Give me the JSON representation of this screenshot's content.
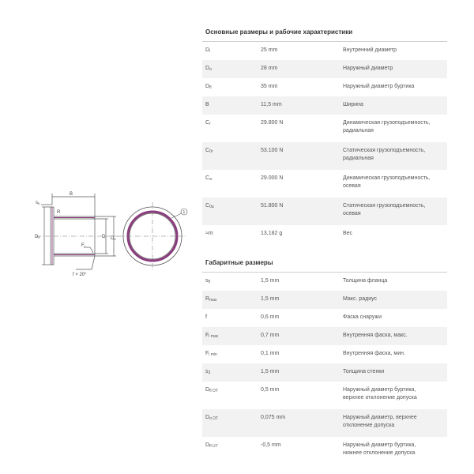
{
  "drawing": {
    "labels": {
      "b": "B",
      "s": "s",
      "s_sub": "fl",
      "r": "R",
      "dfl": "D",
      "dfl_sub": "fl",
      "di": "D",
      "di_sub": "i",
      "do": "D",
      "do_sub": "o",
      "fi": "F",
      "fi_sub": "i",
      "f": "f × 20°",
      "callout": "1"
    },
    "colors": {
      "line": "#555555",
      "ring": "#8a3b7c"
    }
  },
  "sections": [
    {
      "title": "Основные размеры и рабочие характеристики",
      "rows": [
        {
          "sym": "D",
          "sub": "i",
          "value": "25 mm",
          "desc": "Внутренний диаметр"
        },
        {
          "sym": "D",
          "sub": "o",
          "value": "28 mm",
          "desc": "Наружный диаметр"
        },
        {
          "sym": "D",
          "sub": "fl",
          "value": "35 mm",
          "desc": "Наружный диаметр буртика"
        },
        {
          "sym": "B",
          "sub": "",
          "value": "11,5 mm",
          "desc": "Ширина"
        },
        {
          "sym": "C",
          "sub": "r",
          "value": "29.800 N",
          "desc": "Динамическая грузоподъемность,",
          "desc2": "радиальная"
        },
        {
          "sym": "C",
          "sub": "0r",
          "value": "53.100 N",
          "desc": "Статическая грузоподъемность,",
          "desc2": "радиальная"
        },
        {
          "sym": "C",
          "sub": "a",
          "value": "29.000 N",
          "desc": "Динамическая грузоподъемность,",
          "desc2": "осевая"
        },
        {
          "sym": "C",
          "sub": "0a",
          "value": "51.800 N",
          "desc": "Статическая грузоподъемность,",
          "desc2": "осевая"
        },
        {
          "sym": "≈m",
          "sub": "",
          "value": "13,182 g",
          "desc": "Вес"
        }
      ]
    },
    {
      "title": "Габаритные размеры",
      "rows": [
        {
          "sym": "s",
          "sub": "fl",
          "value": "1,5 mm",
          "desc": "Толщина фланца"
        },
        {
          "sym": "R",
          "sub": "max",
          "value": "1,5 mm",
          "desc": "Макс. радиус"
        },
        {
          "sym": "f",
          "sub": "",
          "value": "0,6 mm",
          "desc": "Фаска снаружи"
        },
        {
          "sym": "F",
          "sub": "i max",
          "value": "0,7 mm",
          "desc": "Внутренняя фаска, макс."
        },
        {
          "sym": "F",
          "sub": "i min",
          "value": "0,1 mm",
          "desc": "Внутренняя фаска, мин."
        },
        {
          "sym": "s",
          "sub": "3",
          "value": "1,5 mm",
          "desc": "Толщина стенки"
        },
        {
          "sym": "D",
          "sub": "fl OT",
          "value": "0,5 mm",
          "desc": "Наружный диаметр буртика,",
          "desc2": "верхнее отклонение допуска"
        },
        {
          "sym": "D",
          "sub": "o OT",
          "value": "0,075 mm",
          "desc": "Наружный диаметр, верхнее",
          "desc2": "отклонение допуска"
        },
        {
          "sym": "D",
          "sub": "fl UT",
          "value": "-0,5 mm",
          "desc": "Наружный диаметр буртика,",
          "desc2": "нижнее отклонение допуска"
        }
      ]
    }
  ]
}
